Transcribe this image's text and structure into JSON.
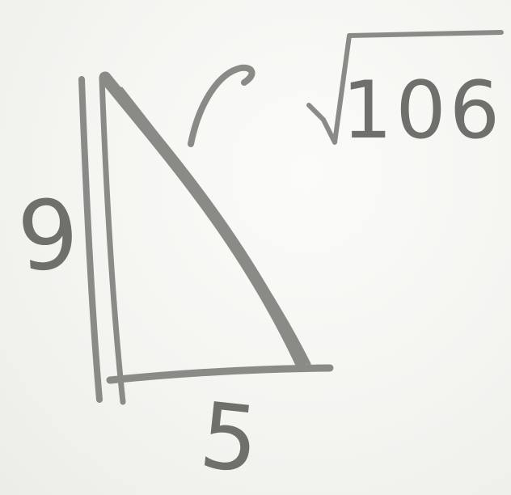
{
  "diagram": {
    "shape": "right-triangle",
    "side_a": "9",
    "side_b": "5",
    "hypotenuse": "106",
    "hypotenuse_symbol": "square-root",
    "unknown_angle_arc": true
  },
  "colors": {
    "ink": "#8a8a86",
    "text": "#6f6f6b",
    "paper": "#f6f6f4"
  }
}
